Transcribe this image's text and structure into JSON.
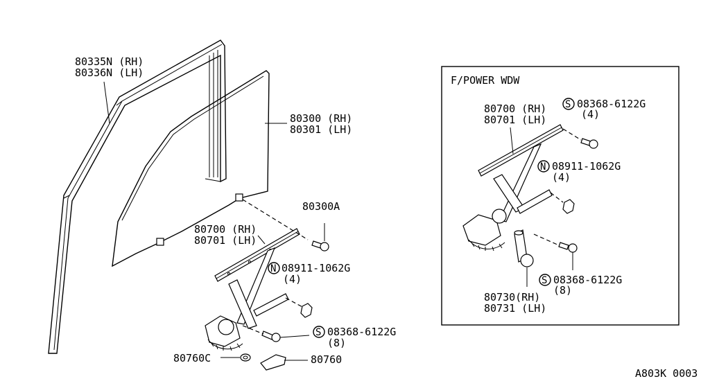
{
  "labels": {
    "run_channel_rh": "80335N (RH)",
    "run_channel_lh": "80336N (LH)",
    "glass_rh": "80300 (RH)",
    "glass_lh": "80301 (LH)",
    "glass_bolt": "80300A",
    "regulator_rh": "80700 (RH)",
    "regulator_lh": "80701 (LH)",
    "nut_code": "08911-1062G",
    "nut_qty": "(4)",
    "bolt_code": "08368-6122G",
    "bolt_qty": "(8)",
    "washer": "80760C",
    "handle": "80760",
    "circle_n": "N",
    "circle_s": "S"
  },
  "inset": {
    "title": "F/POWER WDW",
    "regulator_rh": "80700 (RH)",
    "regulator_lh": "80701 (LH)",
    "bolt_top_code": "08368-6122G",
    "bolt_top_qty": "(4)",
    "nut_code": "08911-1062G",
    "nut_qty": "(4)",
    "bolt_bottom_code": "08368-6122G",
    "bolt_bottom_qty": "(8)",
    "motor_rh": "80730(RH)",
    "motor_lh": "80731 (LH)"
  },
  "footer": {
    "code": "A803K 0003"
  }
}
